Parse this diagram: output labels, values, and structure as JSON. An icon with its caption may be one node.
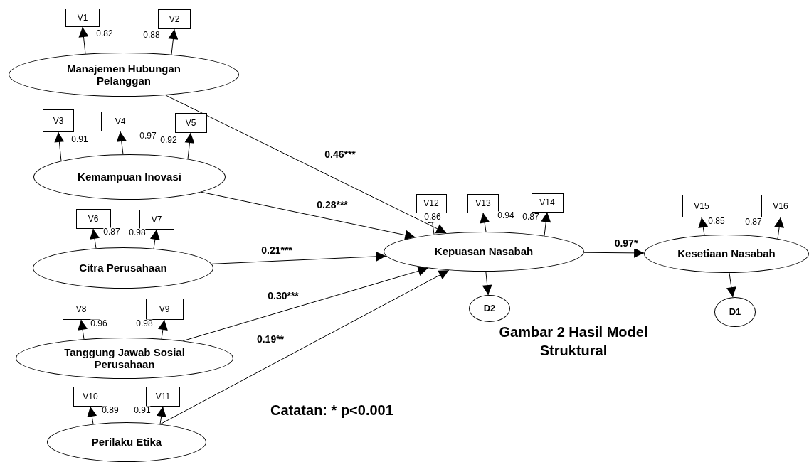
{
  "diagram": {
    "caption": "Gambar 2 Hasil Model Struktural",
    "nodes": [
      {
        "text": [
          "V1"
        ]
      },
      {
        "text": [
          "V2"
        ]
      },
      {
        "text": [
          "Manajemen Hubungan Pelanggan"
        ]
      },
      {
        "text": [
          "V3"
        ]
      },
      {
        "text": [
          "V4"
        ]
      },
      {
        "text": [
          "V5"
        ]
      },
      {
        "text": [
          "Kemampuan Inovasi"
        ]
      },
      {
        "text": [
          "V6"
        ]
      },
      {
        "text": [
          "V7"
        ]
      },
      {
        "text": [
          "Citra Perusahaan"
        ]
      },
      {
        "text": [
          "V8"
        ]
      },
      {
        "text": [
          "V9"
        ]
      },
      {
        "text": [
          "Tanggung Jawab Sosial Perusahaan"
        ]
      },
      {
        "text": [
          "V10"
        ]
      },
      {
        "text": [
          "V11"
        ]
      },
      {
        "text": [
          "Perilaku Etika"
        ]
      },
      {
        "text": [
          "V12"
        ]
      },
      {
        "text": [
          "V13"
        ]
      },
      {
        "text": [
          "V14"
        ]
      },
      {
        "text": [
          "Kepuasan Nasabah"
        ]
      },
      {
        "text": [
          "D2"
        ]
      },
      {
        "text": [
          "V15"
        ]
      },
      {
        "text": [
          "V16"
        ]
      },
      {
        "text": [
          "Kesetiaan Nasabah"
        ]
      },
      {
        "text": [
          "D1"
        ]
      }
    ],
    "edges": [
      {
        "from": 2,
        "to": 0,
        "arrow": "to",
        "label": "0.82"
      },
      {
        "from": 2,
        "to": 1,
        "arrow": "to",
        "label": "0.88"
      },
      {
        "from": 6,
        "to": 3,
        "arrow": "to",
        "label": "0.91"
      },
      {
        "from": 6,
        "to": 4,
        "arrow": "to",
        "label": "0.97"
      },
      {
        "from": 6,
        "to": 5,
        "arrow": "to",
        "label": "0.92"
      },
      {
        "from": 9,
        "to": 7,
        "arrow": "to",
        "label": "0.87"
      },
      {
        "from": 9,
        "to": 8,
        "arrow": "to",
        "label": "0.98"
      },
      {
        "from": 12,
        "to": 10,
        "arrow": "to",
        "label": "0.96"
      },
      {
        "from": 12,
        "to": 11,
        "arrow": "to",
        "label": "0.98"
      },
      {
        "from": 15,
        "to": 13,
        "arrow": "to",
        "label": "0.89"
      },
      {
        "from": 15,
        "to": 14,
        "arrow": "to",
        "label": "0.91"
      },
      {
        "from": 19,
        "to": 16,
        "arrow": "to",
        "label": "0.86"
      },
      {
        "from": 19,
        "to": 17,
        "arrow": "to",
        "label": "0.94"
      },
      {
        "from": 19,
        "to": 18,
        "arrow": "to",
        "label": "0.87"
      },
      {
        "from": 23,
        "to": 21,
        "arrow": "to",
        "label": "0.85"
      },
      {
        "from": 23,
        "to": 22,
        "arrow": "to",
        "label": "0.87"
      },
      {
        "from": 2,
        "to": 19,
        "arrow": "to",
        "label": "0.46***"
      },
      {
        "from": 6,
        "to": 19,
        "arrow": "to",
        "label": "0.28***"
      },
      {
        "from": 9,
        "to": 19,
        "arrow": "to",
        "label": "0.21***"
      },
      {
        "from": 12,
        "to": 19,
        "arrow": "to",
        "label": "0.30***"
      },
      {
        "from": 15,
        "to": 19,
        "arrow": "to",
        "label": "0.19**"
      },
      {
        "from": 19,
        "to": 23,
        "arrow": "to",
        "label": "0.97*"
      },
      {
        "from": 19,
        "to": 20,
        "arrow": "to"
      },
      {
        "from": 23,
        "to": 24,
        "arrow": "to"
      }
    ],
    "labels": [
      "Catatan: * p<0.001"
    ]
  }
}
